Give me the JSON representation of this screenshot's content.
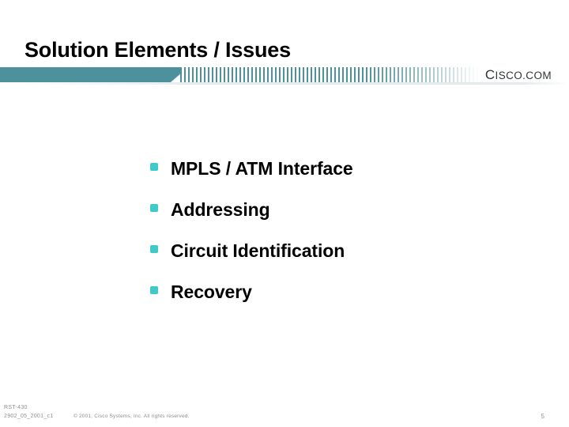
{
  "slide": {
    "title": "Solution Elements / Issues",
    "brand": {
      "lead_letter": "C",
      "rest": "ISCO.COM"
    },
    "bullets": [
      {
        "label": "MPLS / ATM Interface"
      },
      {
        "label": "Addressing"
      },
      {
        "label": "Circuit Identification"
      },
      {
        "label": "Recovery"
      }
    ],
    "footer": {
      "doc_code": "RST-430",
      "doc_revision": "2902_05_2001_c1",
      "copyright": "© 2001, Cisco Systems, Inc. All rights reserved.",
      "page_number": "5"
    },
    "colors": {
      "rule_teal": "#4c919c",
      "bullet_cyan": "#3fc9c9",
      "title_black": "#000000",
      "footer_gray": "#8e8e8e",
      "brand_dark": "#2f3538",
      "background": "#ffffff"
    }
  }
}
